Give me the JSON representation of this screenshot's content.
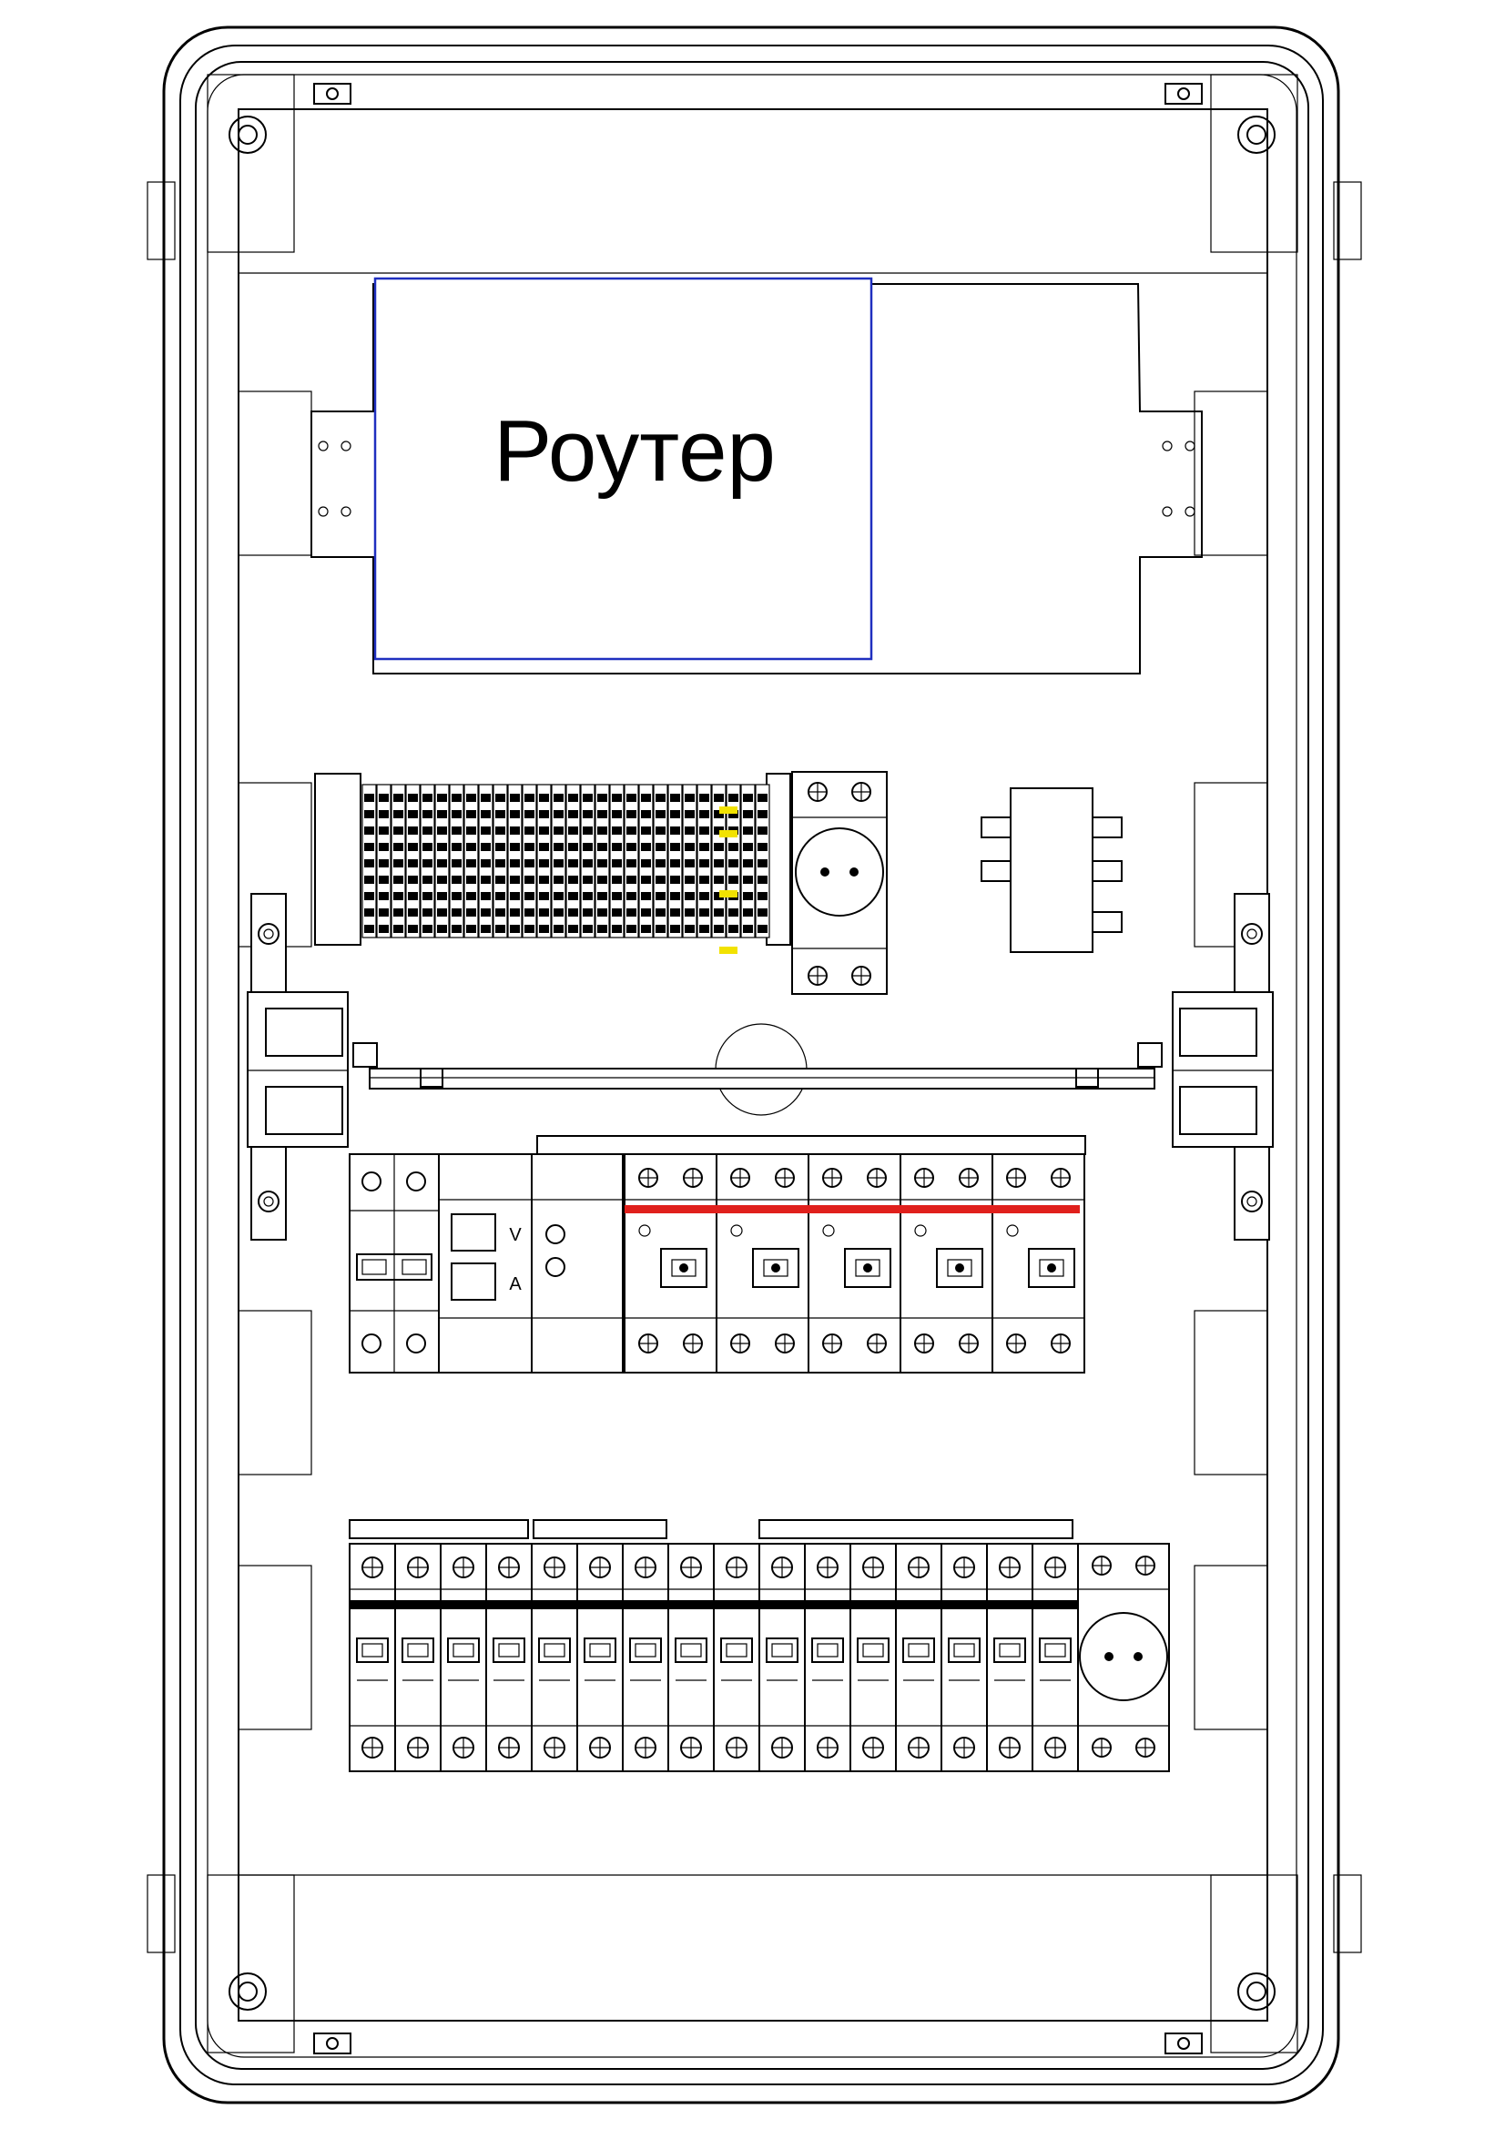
{
  "diagram": {
    "router_label": "Роутер",
    "meter_labels": [
      "V",
      "A"
    ]
  },
  "colors": {
    "line": "#000000",
    "router_outline": "#1f2fbf",
    "busbar": "#e0201c",
    "terminal_marker": "#f2e200"
  },
  "icons": [
    "screw-terminal-icon",
    "socket-icon",
    "mounting-hole-icon",
    "lock-latch-icon"
  ]
}
